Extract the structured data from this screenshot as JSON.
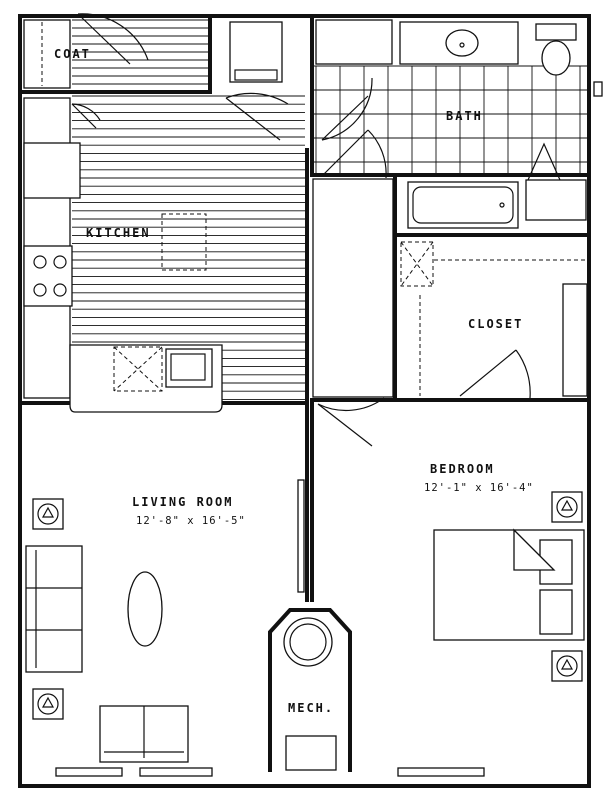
{
  "rooms": {
    "coat": {
      "label": "COAT"
    },
    "bath": {
      "label": "BATH"
    },
    "kitchen": {
      "label": "KITCHEN"
    },
    "closet": {
      "label": "CLOSET"
    },
    "bedroom": {
      "label": "BEDROOM",
      "dimensions": "12'-1\" x 16'-4\""
    },
    "living_room": {
      "label": "LIVING ROOM",
      "dimensions": "12'-8\" x 16'-5\""
    },
    "mech": {
      "label": "MECH."
    }
  },
  "icons": {
    "door": "door-swing-icon",
    "window": "window-icon",
    "outlet": "ceiling-fixture-icon"
  },
  "colors": {
    "line": "#111111",
    "background": "#ffffff"
  }
}
